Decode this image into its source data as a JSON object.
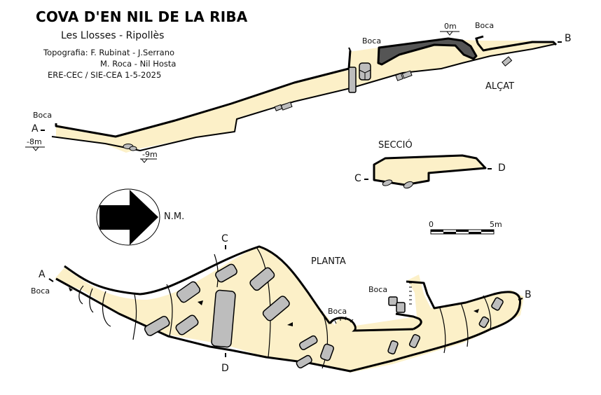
{
  "header": {
    "title": "COVA D'EN NIL DE LA RIBA",
    "location": "Les Llosses  -  Ripollès",
    "topography_line1": "Topografia: F. Rubinat - J.Serrano",
    "topography_line2": "M. Roca - Nil Hosta",
    "org_date": "ERE-CEC / SIE-CEA      1-5-2025"
  },
  "elevation": {
    "label": "ALÇAT",
    "point_a": "A",
    "point_b": "B",
    "entrance_labels": [
      "Boca",
      "Boca",
      "Boca"
    ],
    "depth_markers": [
      "0m",
      "-8m",
      "-9m"
    ]
  },
  "section": {
    "label": "SECCIÓ",
    "point_c": "C",
    "point_d": "D"
  },
  "north": {
    "label": "N.M.",
    "icon": "north-arrow-icon"
  },
  "scale": {
    "start": "0",
    "end": "5m",
    "segments": 5
  },
  "plan": {
    "label": "PLANTA",
    "point_a": "A",
    "point_b": "B",
    "point_c": "C",
    "point_d": "D",
    "entrance_labels": [
      "Boca",
      "Boca",
      "Boca"
    ]
  },
  "colors": {
    "cave_fill": "#fcf0c8",
    "rock_fill": "#bdbdbd",
    "dark_fill": "#555555",
    "outline": "#000000"
  }
}
